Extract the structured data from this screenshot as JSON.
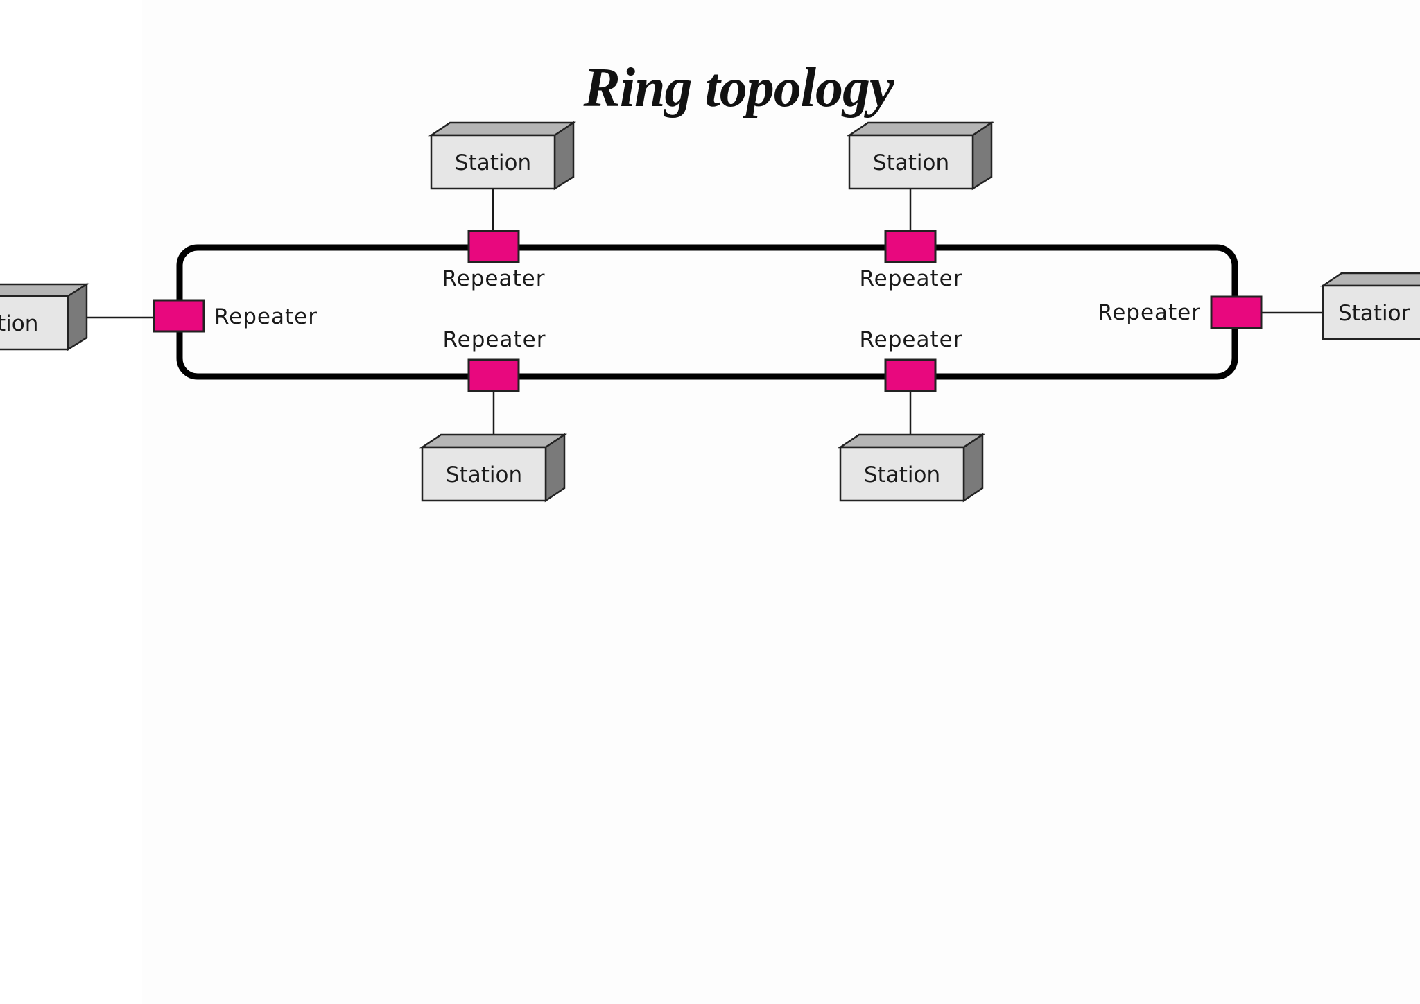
{
  "title": "Ring topology",
  "labels": {
    "station": "Station",
    "station_cut_left": "tion",
    "station_cut_right": "Statior",
    "repeater": "Repeater"
  },
  "colors": {
    "repeater_fill": "#e8087e",
    "station_front": "#e6e6e6",
    "station_top": "#b5b5b5",
    "station_side": "#7a7a7a",
    "ring": "#000000"
  }
}
